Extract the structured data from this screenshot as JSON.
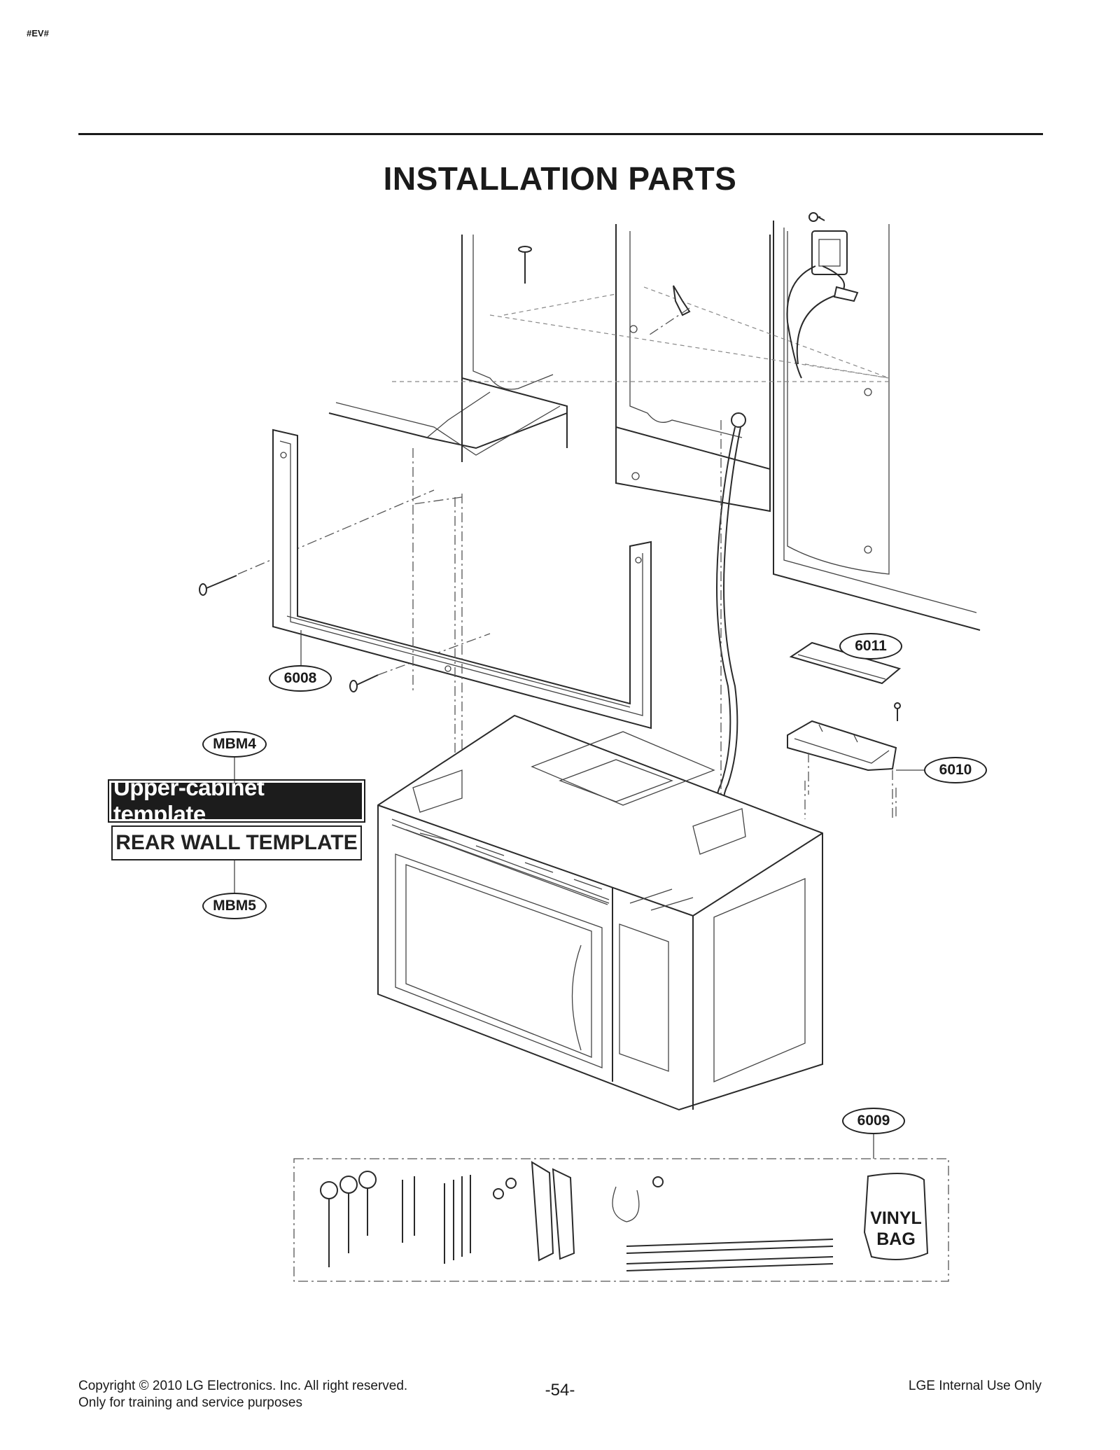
{
  "header": {
    "doc_code": "#EV#",
    "title": "INSTALLATION PARTS"
  },
  "callouts": {
    "p6008": "6008",
    "p6009": "6009",
    "p6010": "6010",
    "p6011": "6011",
    "mbm4": "MBM4",
    "mbm5": "MBM5"
  },
  "templates": {
    "upper_cabinet": "Upper-cabinet template",
    "rear_wall": "REAR WALL TEMPLATE"
  },
  "kit": {
    "bag_line1": "VINYL",
    "bag_line2": "BAG"
  },
  "footer": {
    "copyright": "Copyright © 2010 LG Electronics. Inc. All right reserved.",
    "purpose": "Only for training and service purposes",
    "page": "-54-",
    "internal": "LGE Internal Use Only"
  }
}
